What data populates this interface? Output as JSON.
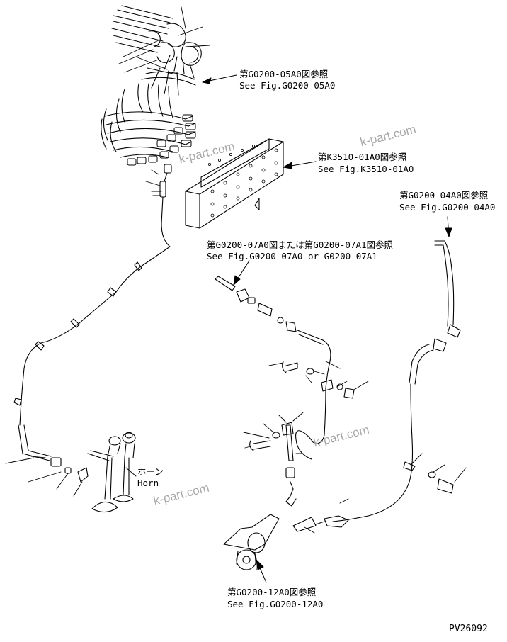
{
  "references": [
    {
      "jp": "第G0200-05A0図参照",
      "en": "See Fig.G0200-05A0"
    },
    {
      "jp": "第K3510-01A0図参照",
      "en": "See Fig.K3510-01A0"
    },
    {
      "jp": "第G0200-04A0図参照",
      "en": "See Fig.G0200-04A0"
    },
    {
      "jp": "第G0200-07A0図または第G0200-07A1図参照",
      "en": "See Fig.G0200-07A0 or G0200-07A1"
    },
    {
      "jp": "第G0200-12A0図参照",
      "en": "See Fig.G0200-12A0"
    }
  ],
  "horn": {
    "jp": "ホーン",
    "en": "Horn"
  },
  "watermark": "k-part.com",
  "drawing_number": "PV26092"
}
